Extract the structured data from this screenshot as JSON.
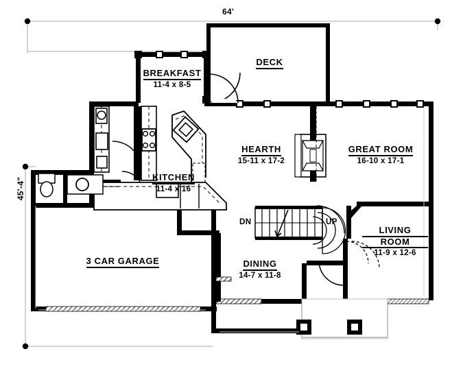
{
  "drawing": {
    "type": "architectural-floor-plan",
    "title": "First Floor Plan",
    "colors": {
      "wall": "#000000",
      "background": "#ffffff",
      "dimension_line": "#999999",
      "fixture_line": "#000000",
      "hatch": "#555555"
    },
    "overall_dimensions": {
      "width_label": "64'",
      "depth_label": "45'-4\""
    },
    "rooms": [
      {
        "id": "breakfast",
        "name": "BREAKFAST",
        "dimensions": "11-4  x  8-5",
        "two_line": false
      },
      {
        "id": "deck",
        "name": "DECK",
        "dimensions": "",
        "two_line": false
      },
      {
        "id": "hearth",
        "name": "HEARTH",
        "dimensions": "15-11  x  17-2",
        "two_line": false
      },
      {
        "id": "great-room",
        "name": "GREAT ROOM",
        "dimensions": "16-10  x  17-1",
        "two_line": false
      },
      {
        "id": "kitchen",
        "name": "KITCHEN",
        "dimensions": "11-4  x  16",
        "two_line": false
      },
      {
        "id": "living-room",
        "name_line1": "LIVING",
        "name_line2": "ROOM",
        "name": "LIVING ROOM",
        "dimensions": "11-9  x  12-6",
        "two_line": true
      },
      {
        "id": "dining",
        "name": "DINING",
        "dimensions": "14-7  x  11-8",
        "two_line": false
      },
      {
        "id": "garage",
        "name": "3 CAR GARAGE",
        "dimensions": "",
        "two_line": false
      }
    ],
    "stair_labels": {
      "down": "DN",
      "up": "UP"
    }
  }
}
